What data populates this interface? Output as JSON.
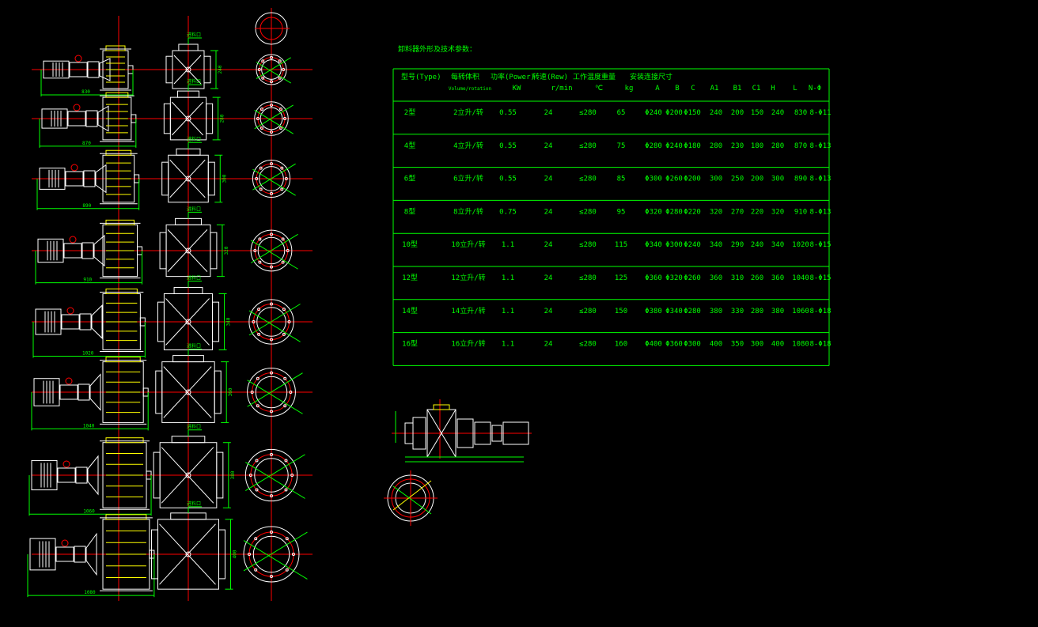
{
  "title": "卸料器外形及技术参数：",
  "colors": {
    "line": "#00ff00",
    "center": "#ff0000",
    "part": "#ffffff",
    "accent": "#ffff00"
  },
  "table": {
    "headers_row1": [
      "型号(Type)",
      "每转体积",
      "功率(Power)",
      "转速(Rew)",
      "工作温度",
      "重量",
      "安装连接尺寸"
    ],
    "headers_row2": [
      "Volume/rotation",
      "KW",
      "r/min",
      "℃",
      "kg",
      "A",
      "B",
      "C",
      "A1",
      "B1",
      "C1",
      "H",
      "L",
      "N-Φ"
    ],
    "rows": [
      [
        "2型",
        "2立升/转",
        "0.55",
        "24",
        "≤280",
        "65",
        "Φ240",
        "Φ200",
        "Φ150",
        "240",
        "200",
        "150",
        "240",
        "830",
        "8-Φ11"
      ],
      [
        "4型",
        "4立升/转",
        "0.55",
        "24",
        "≤280",
        "75",
        "Φ280",
        "Φ240",
        "Φ180",
        "280",
        "230",
        "180",
        "280",
        "870",
        "8-Φ13"
      ],
      [
        "6型",
        "6立升/转",
        "0.55",
        "24",
        "≤280",
        "85",
        "Φ300",
        "Φ260",
        "Φ200",
        "300",
        "250",
        "200",
        "300",
        "890",
        "8-Φ13"
      ],
      [
        "8型",
        "8立升/转",
        "0.75",
        "24",
        "≤280",
        "95",
        "Φ320",
        "Φ280",
        "Φ220",
        "320",
        "270",
        "220",
        "320",
        "910",
        "8-Φ13"
      ],
      [
        "10型",
        "10立升/转",
        "1.1",
        "24",
        "≤280",
        "115",
        "Φ340",
        "Φ300",
        "Φ240",
        "340",
        "290",
        "240",
        "340",
        "1020",
        "8-Φ15"
      ],
      [
        "12型",
        "12立升/转",
        "1.1",
        "24",
        "≤280",
        "125",
        "Φ360",
        "Φ320",
        "Φ260",
        "360",
        "310",
        "260",
        "360",
        "1040",
        "8-Φ15"
      ],
      [
        "14型",
        "14立升/转",
        "1.1",
        "24",
        "≤280",
        "150",
        "Φ380",
        "Φ340",
        "Φ280",
        "380",
        "330",
        "280",
        "380",
        "1060",
        "8-Φ18"
      ],
      [
        "16型",
        "16立升/转",
        "1.1",
        "24",
        "≤280",
        "160",
        "Φ400",
        "Φ360",
        "Φ300",
        "400",
        "350",
        "300",
        "400",
        "1080",
        "8-Φ18"
      ]
    ]
  },
  "drawings": {
    "front_label": "进料口",
    "dims_L": [
      "830",
      "870",
      "890",
      "910",
      "1020",
      "1040",
      "1060",
      "1080"
    ],
    "dims_H": [
      "240",
      "280",
      "300",
      "320",
      "340",
      "360",
      "380",
      "400"
    ]
  }
}
